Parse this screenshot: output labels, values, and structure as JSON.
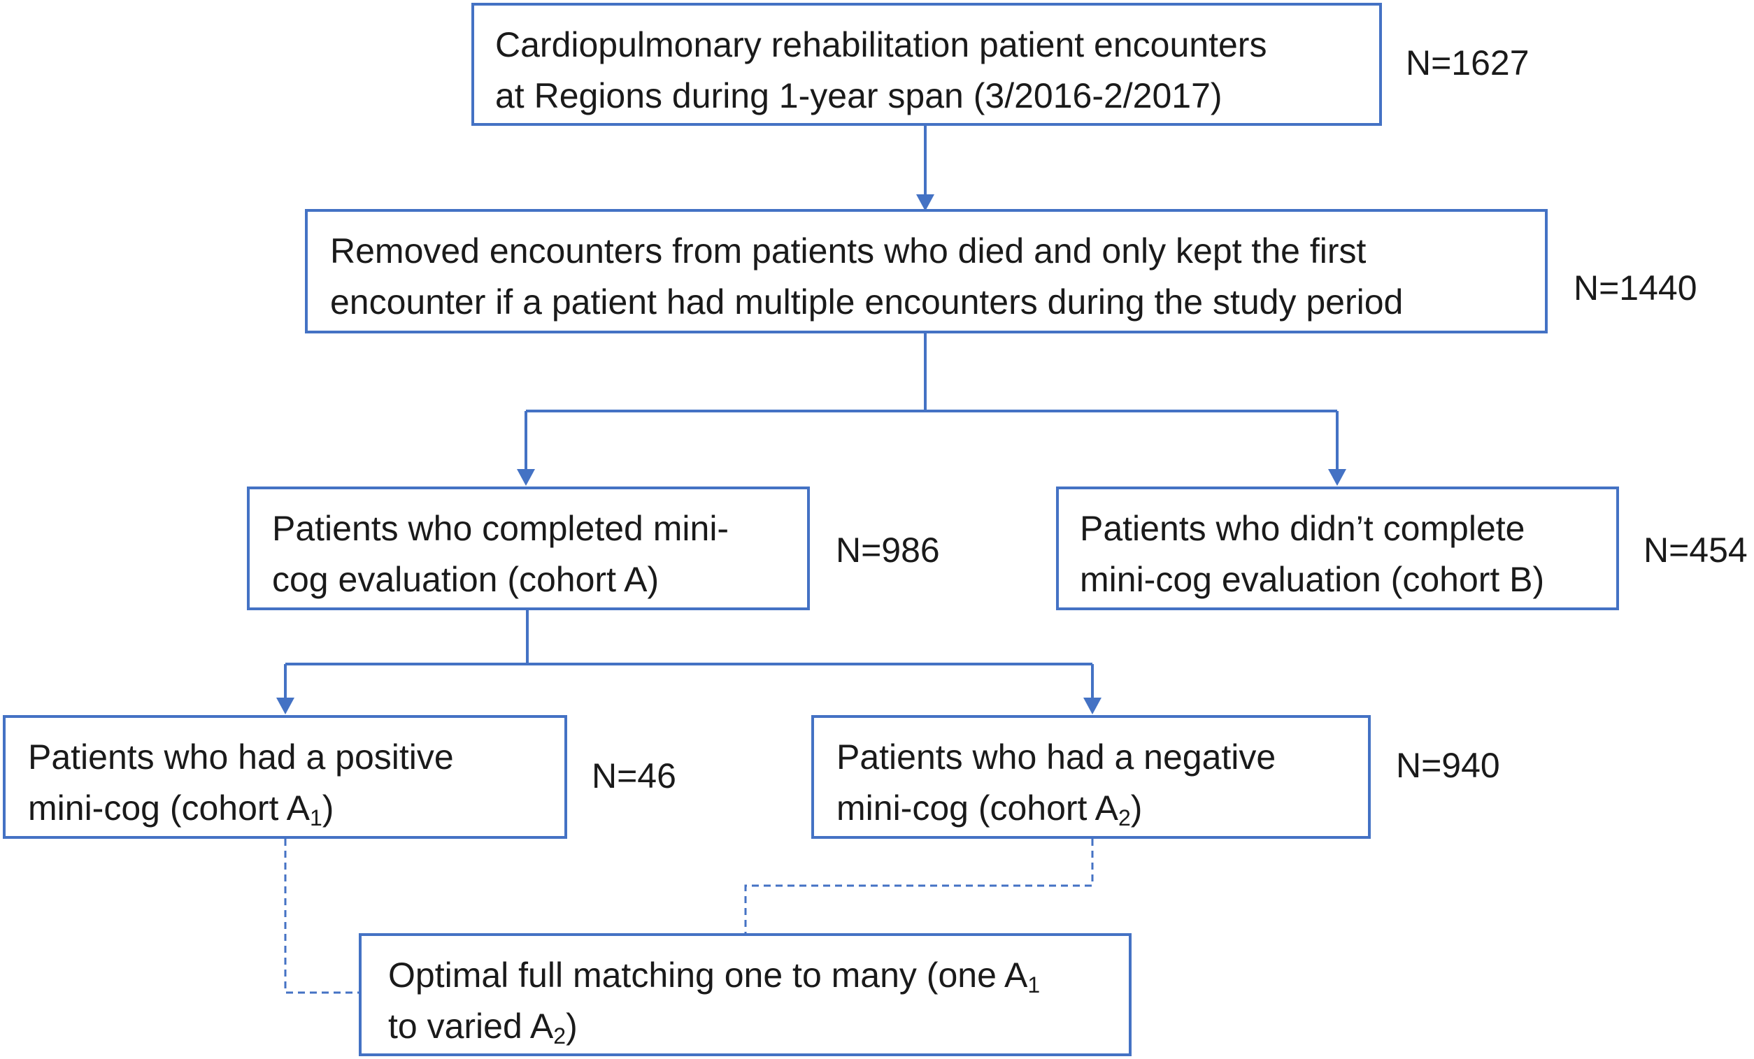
{
  "boxes": {
    "encounters": {
      "line1": "Cardiopulmonary rehabilitation patient encounters",
      "line2": "at Regions during 1-year span (3/2016-2/2017)",
      "count": "N=1627"
    },
    "removed": {
      "line1": "Removed encounters from patients who died and only kept the first",
      "line2": "encounter if a patient had multiple encounters during the study period",
      "count": "N=1440"
    },
    "cohort_a": {
      "line1": "Patients who completed mini-",
      "line2": "cog evaluation (cohort A)",
      "count": "N=986"
    },
    "cohort_b": {
      "line1": "Patients who didn’t complete",
      "line2": "mini-cog evaluation (cohort B)",
      "count": "N=454"
    },
    "cohort_a1": {
      "line1": "Patients who had a positive",
      "line2_prefix": "mini-cog (cohort A",
      "line2_sub": "1",
      "line2_suffix": ")",
      "count": "N=46"
    },
    "cohort_a2": {
      "line1": "Patients who had a negative",
      "line2_prefix": "mini-cog (cohort A",
      "line2_sub": "2",
      "line2_suffix": ")",
      "count": "N=940"
    },
    "matching": {
      "line1_prefix": "Optimal full matching one to many (one A",
      "line1_sub": "1",
      "line2_prefix": "to varied A",
      "line2_sub": "2",
      "line2_suffix": ")"
    }
  },
  "colors": {
    "stroke": "#4472c4",
    "text": "#1a1a1a"
  }
}
